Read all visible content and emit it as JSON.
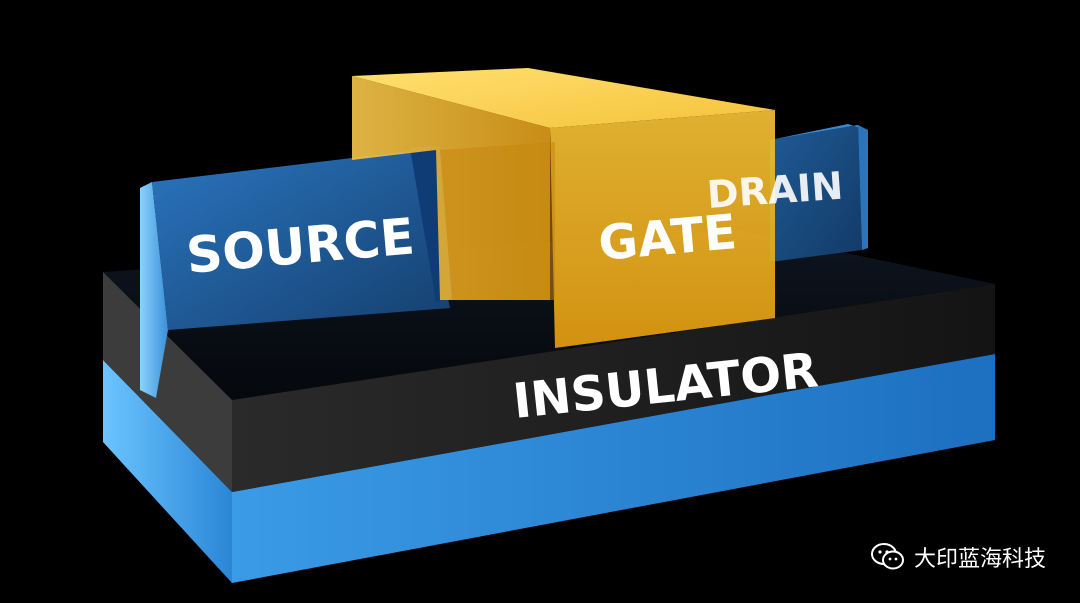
{
  "labels": {
    "source": "SOURCE",
    "gate": "GATE",
    "drain": "DRAIN",
    "insulator": "INSULATOR"
  },
  "watermark": {
    "icon": "wechat-icon",
    "text": "大印蓝海科技"
  },
  "colors": {
    "background": "#000000",
    "substrate": "#2d86d6",
    "insulator": "#1b1b1b",
    "source_drain": "#1f5d9c",
    "gate": "#f2b11c",
    "text": "#ffffff"
  }
}
